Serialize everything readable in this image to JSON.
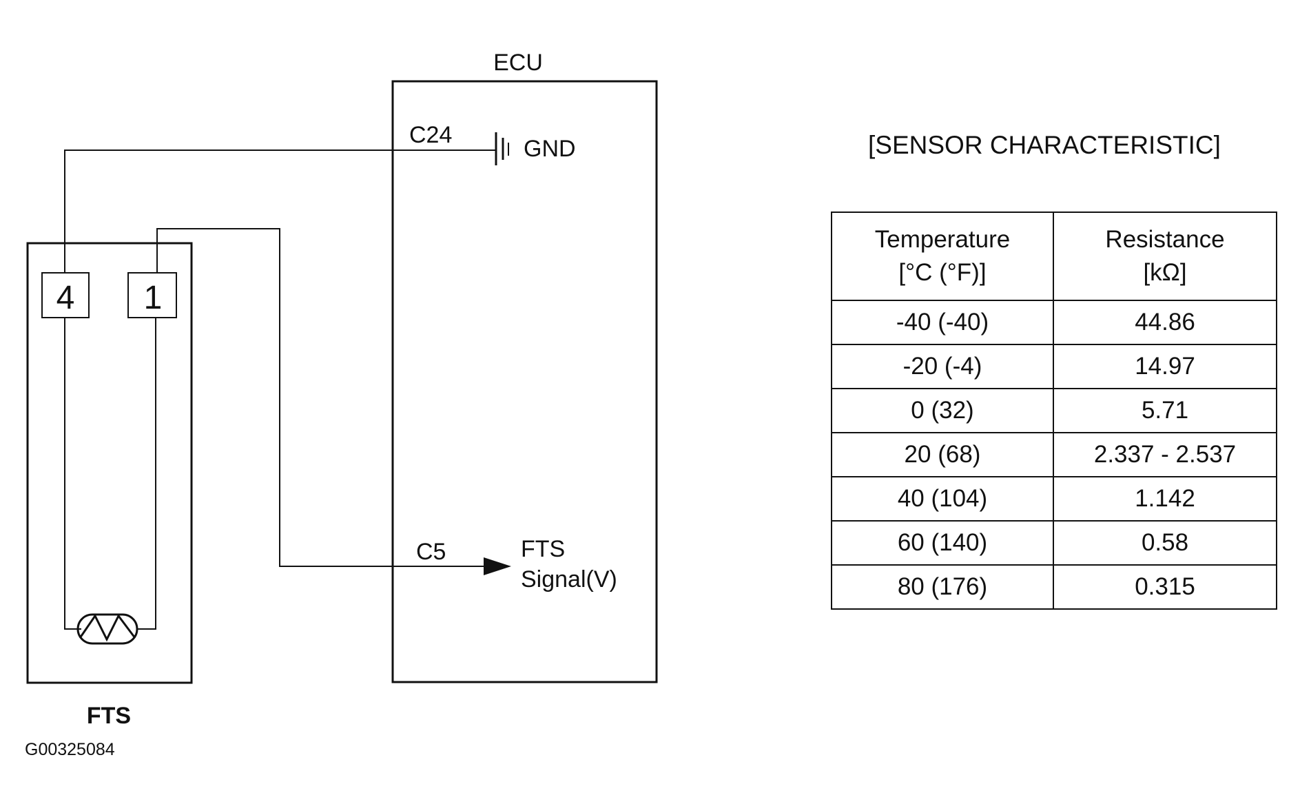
{
  "ecu": {
    "title": "ECU",
    "pin_gnd": "C24",
    "gnd_label": "GND",
    "pin_signal": "C5",
    "signal_label_line1": "FTS",
    "signal_label_line2": "Signal(V)"
  },
  "sensor": {
    "pin_left": "4",
    "pin_right": "1",
    "label": "FTS"
  },
  "figure_code": "G00325084",
  "sensor_table": {
    "title": "[SENSOR CHARACTERISTIC]",
    "headers": [
      {
        "line1": "Temperature",
        "line2": "[°C (°F)]"
      },
      {
        "line1": "Resistance",
        "line2": "[kΩ]"
      }
    ],
    "rows": [
      [
        "-40 (-40)",
        "44.86"
      ],
      [
        "-20 (-4)",
        "14.97"
      ],
      [
        "0 (32)",
        "5.71"
      ],
      [
        "20 (68)",
        "2.337 - 2.537"
      ],
      [
        "40 (104)",
        "1.142"
      ],
      [
        "60 (140)",
        "0.58"
      ],
      [
        "80 (176)",
        "0.315"
      ]
    ]
  }
}
